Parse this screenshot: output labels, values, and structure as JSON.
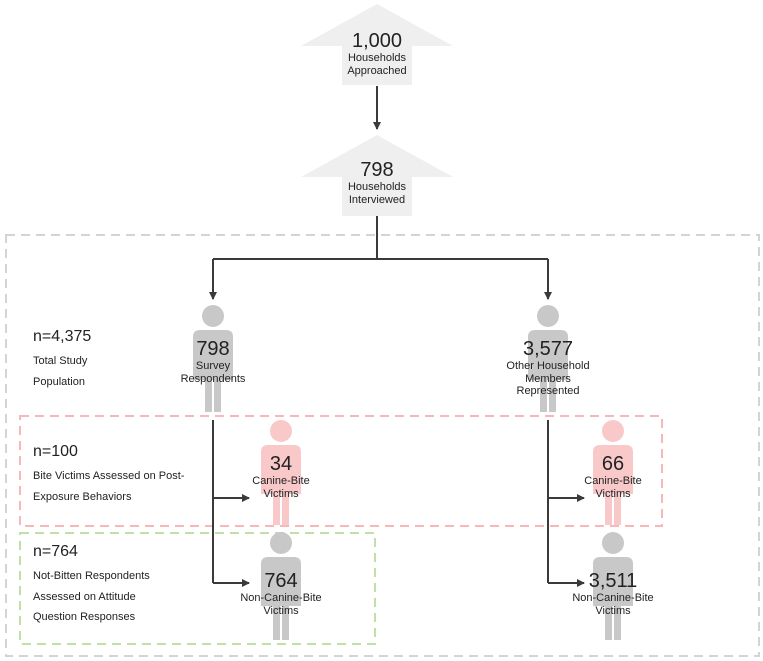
{
  "top": {
    "approached": {
      "number": "1,000",
      "label_lines": [
        "Households",
        "Approached"
      ]
    },
    "interviewed": {
      "number": "798",
      "label_lines": [
        "Households",
        "Interviewed"
      ]
    }
  },
  "nodes": {
    "survey": {
      "number": "798",
      "label_lines": [
        "Survey",
        "Respondents"
      ]
    },
    "other": {
      "number": "3,577",
      "label_lines": [
        "Other Household",
        "Members",
        "Represented"
      ]
    },
    "bite_left": {
      "number": "34",
      "label_lines": [
        "Canine-Bite",
        "Victims"
      ]
    },
    "bite_right": {
      "number": "66",
      "label_lines": [
        "Canine-Bite",
        "Victims"
      ]
    },
    "nonbite_left": {
      "number": "764",
      "label_lines": [
        "Non-Canine-Bite",
        "Victims"
      ]
    },
    "nonbite_right": {
      "number": "3,511",
      "label_lines": [
        "Non-Canine-Bite",
        "Victims"
      ]
    }
  },
  "groups": {
    "total": {
      "n": "n=4,375",
      "desc_lines": [
        "Total Study",
        "Population"
      ]
    },
    "bite": {
      "n": "n=100",
      "desc_lines": [
        "Bite Victims Assessed on Post-",
        "Exposure Behaviors"
      ]
    },
    "notbitten": {
      "n": "n=764",
      "desc_lines": [
        "Not-Bitten Respondents",
        "Assessed on Attitude",
        "Question Responses"
      ]
    }
  },
  "colors": {
    "gray_person": "#c8c8c8",
    "pink_person": "#f9c9c9",
    "big_arrow": "#efefef",
    "line": "#3a3a3a",
    "box_gray": "#d4d4d4",
    "box_pink": "#f6b8b8",
    "box_green": "#bfe0a8"
  }
}
